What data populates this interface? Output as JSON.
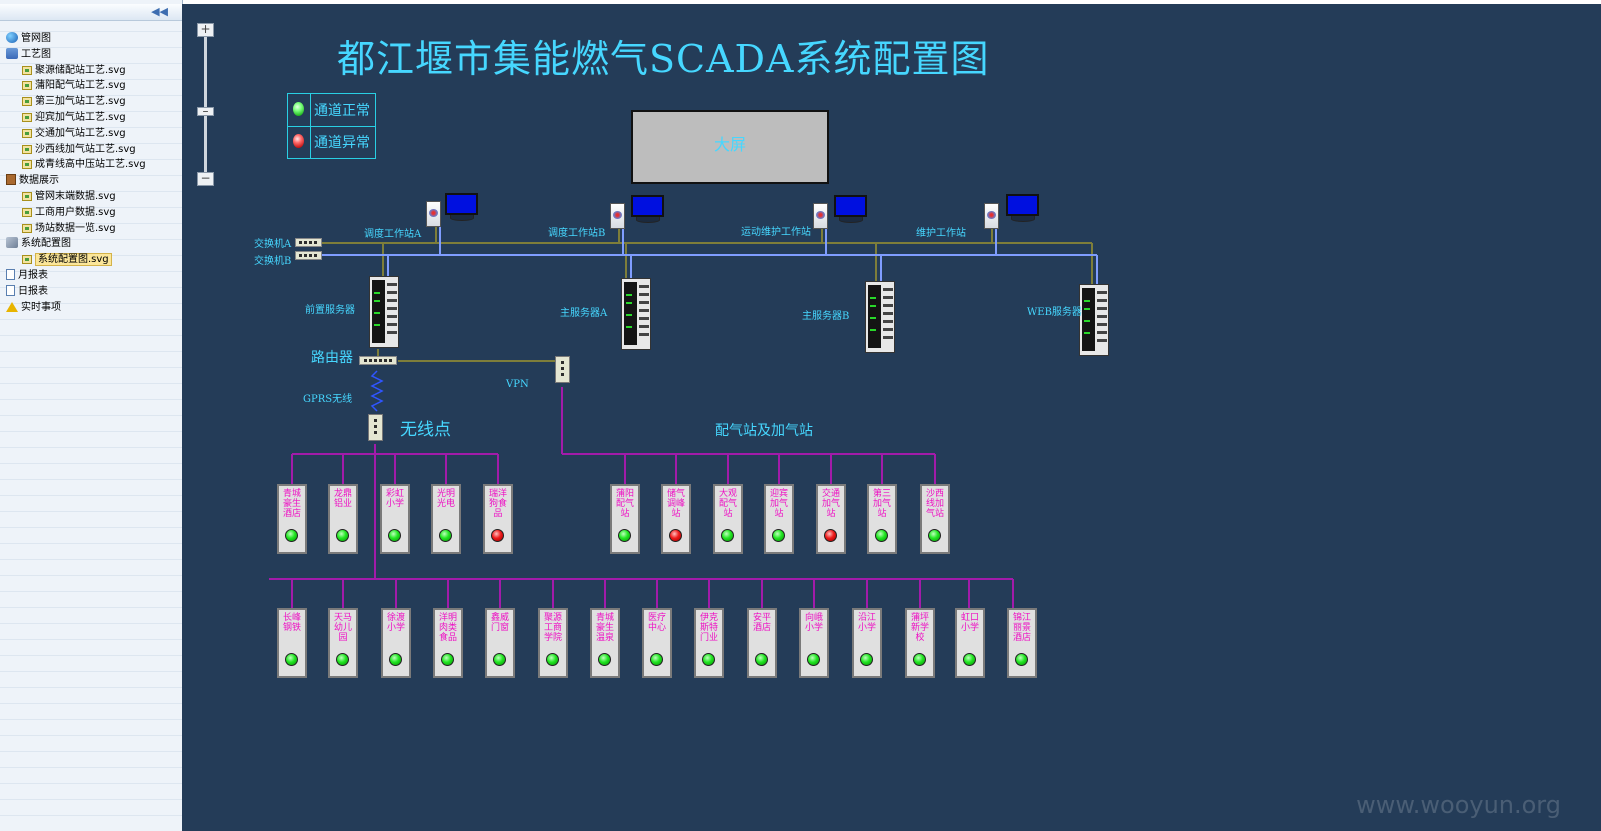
{
  "sidebar": {
    "collapse_glyph": "◀◀",
    "items": [
      {
        "label": "管网图",
        "icon": "globe-icon",
        "level": 0
      },
      {
        "label": "工艺图",
        "icon": "network-icon",
        "level": 0
      },
      {
        "label": "聚源储配站工艺.svg",
        "icon": "svg-file-icon",
        "level": 1
      },
      {
        "label": "蒲阳配气站工艺.svg",
        "icon": "svg-file-icon",
        "level": 1
      },
      {
        "label": "第三加气站工艺.svg",
        "icon": "svg-file-icon",
        "level": 1
      },
      {
        "label": "迎宾加气站工艺.svg",
        "icon": "svg-file-icon",
        "level": 1
      },
      {
        "label": "交通加气站工艺.svg",
        "icon": "svg-file-icon",
        "level": 1
      },
      {
        "label": "沙西线加气站工艺.svg",
        "icon": "svg-file-icon",
        "level": 1
      },
      {
        "label": "成青线高中压站工艺.svg",
        "icon": "svg-file-icon",
        "level": 1
      },
      {
        "label": "数据展示",
        "icon": "book-icon",
        "level": 0
      },
      {
        "label": "管网末端数据.svg",
        "icon": "svg-file-icon",
        "level": 1
      },
      {
        "label": "工商用户数据.svg",
        "icon": "svg-file-icon",
        "level": 1
      },
      {
        "label": "场站数据一览.svg",
        "icon": "svg-file-icon",
        "level": 1
      },
      {
        "label": "系统配置图",
        "icon": "wrench-icon",
        "level": 0
      },
      {
        "label": "系统配置图.svg",
        "icon": "svg-file-icon",
        "level": 1,
        "selected": true
      },
      {
        "label": "月报表",
        "icon": "document-icon",
        "level": 0
      },
      {
        "label": "日报表",
        "icon": "document-icon",
        "level": 0
      },
      {
        "label": "实时事项",
        "icon": "warning-icon",
        "level": 0
      }
    ]
  },
  "diagram": {
    "title": "都江堰市集能燃气SCADA系统配置图",
    "zoom": {
      "plus": "+",
      "minus": "−"
    },
    "legend": [
      {
        "label": "通道正常",
        "status": "normal"
      },
      {
        "label": "通道异常",
        "status": "abnormal"
      }
    ],
    "big_screen": "大屏",
    "workstations": [
      "调度工作站A",
      "调度工作站B",
      "运动维护工作站",
      "维护工作站"
    ],
    "switches": [
      "交换机A",
      "交换机B"
    ],
    "servers": [
      "前置服务器",
      "主服务器A",
      "主服务器B",
      "WEB服务器"
    ],
    "router": "路由器",
    "gprs": "GPRS无线",
    "vpn": "VPN",
    "wireless_point": "无线点",
    "station_group_label": "配气站及加气站",
    "wireless_row1": [
      {
        "name": "青城豪生酒店",
        "status": "ok"
      },
      {
        "name": "龙鼎铝业",
        "status": "ok"
      },
      {
        "name": "彩虹小学",
        "status": "ok"
      },
      {
        "name": "光明光电",
        "status": "ok"
      },
      {
        "name": "瑞洋狗食品",
        "status": "bad"
      }
    ],
    "vpn_row": [
      {
        "name": "蒲阳配气站",
        "status": "ok"
      },
      {
        "name": "储气调峰站",
        "status": "bad"
      },
      {
        "name": "大观配气站",
        "status": "ok"
      },
      {
        "name": "迎宾加气站",
        "status": "ok"
      },
      {
        "name": "交通加气站",
        "status": "bad"
      },
      {
        "name": "第三加气站",
        "status": "ok"
      },
      {
        "name": "沙西线加气站",
        "status": "ok"
      }
    ],
    "wireless_row2": [
      {
        "name": "长峰钢铁",
        "status": "ok"
      },
      {
        "name": "天马幼儿园",
        "status": "ok"
      },
      {
        "name": "徐渡小学",
        "status": "ok"
      },
      {
        "name": "洋明肉类食品",
        "status": "ok"
      },
      {
        "name": "鑫威门窗",
        "status": "ok"
      },
      {
        "name": "聚源工商学院",
        "status": "ok"
      },
      {
        "name": "青城豪生温泉",
        "status": "ok"
      },
      {
        "name": "医疗中心",
        "status": "ok"
      },
      {
        "name": "伊克斯特门业",
        "status": "ok"
      },
      {
        "name": "安平酒店",
        "status": "ok"
      },
      {
        "name": "向峨小学",
        "status": "ok"
      },
      {
        "name": "沿江小学",
        "status": "ok"
      },
      {
        "name": "蒲坪新学校",
        "status": "ok"
      },
      {
        "name": "虹口小学",
        "status": "ok"
      },
      {
        "name": "锦江丽景酒店",
        "status": "ok"
      }
    ],
    "colors": {
      "background": "#243c58",
      "title": "#46d7ff",
      "label": "#46d7ff",
      "station_text": "#ee10c4",
      "lan_a": "#7e7e3a",
      "lan_b": "#7f9dff",
      "feeder": "#a21baa",
      "ok": "#22e622",
      "bad": "#ee1c1c"
    }
  },
  "watermark": "www.wooyun.org"
}
